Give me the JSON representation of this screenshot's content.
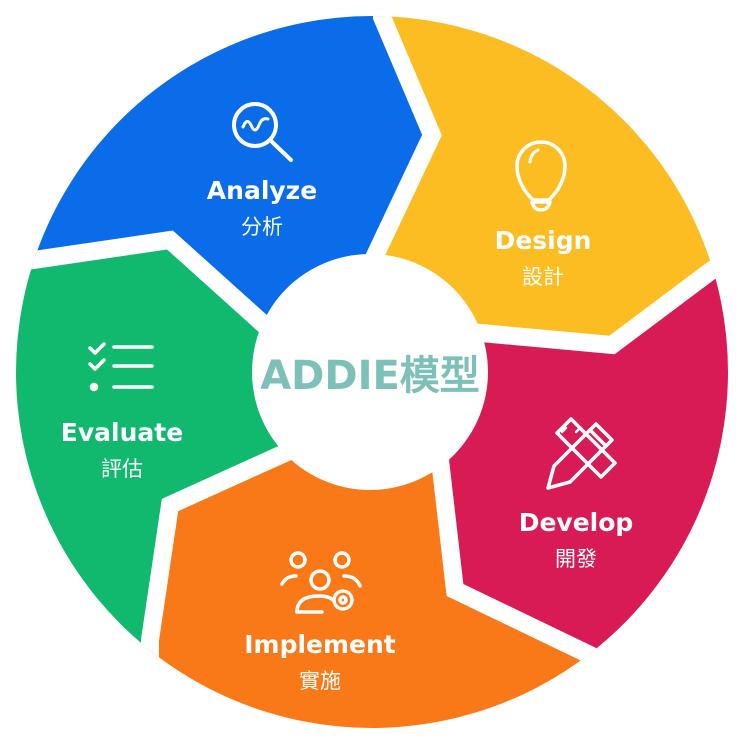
{
  "diagram": {
    "title": "ADDIE模型",
    "type": "cycle-wheel",
    "colors": {
      "analyze": "#0a6ce8",
      "design": "#fbbd22",
      "develop": "#d81b55",
      "implement": "#f97817",
      "evaluate": "#10b96e",
      "center_text": "#7dc0b8",
      "center_fill": "#ffffff"
    },
    "segments": [
      {
        "id": "analyze",
        "label_en": "Analyze",
        "label_zh": "分析",
        "icon": "magnifier-icon"
      },
      {
        "id": "design",
        "label_en": "Design",
        "label_zh": "設計",
        "icon": "lightbulb-icon"
      },
      {
        "id": "develop",
        "label_en": "Develop",
        "label_zh": "開發",
        "icon": "pencil-ruler-icon"
      },
      {
        "id": "implement",
        "label_en": "Implement",
        "label_zh": "實施",
        "icon": "team-gear-icon"
      },
      {
        "id": "evaluate",
        "label_en": "Evaluate",
        "label_zh": "評估",
        "icon": "checklist-icon"
      }
    ]
  }
}
